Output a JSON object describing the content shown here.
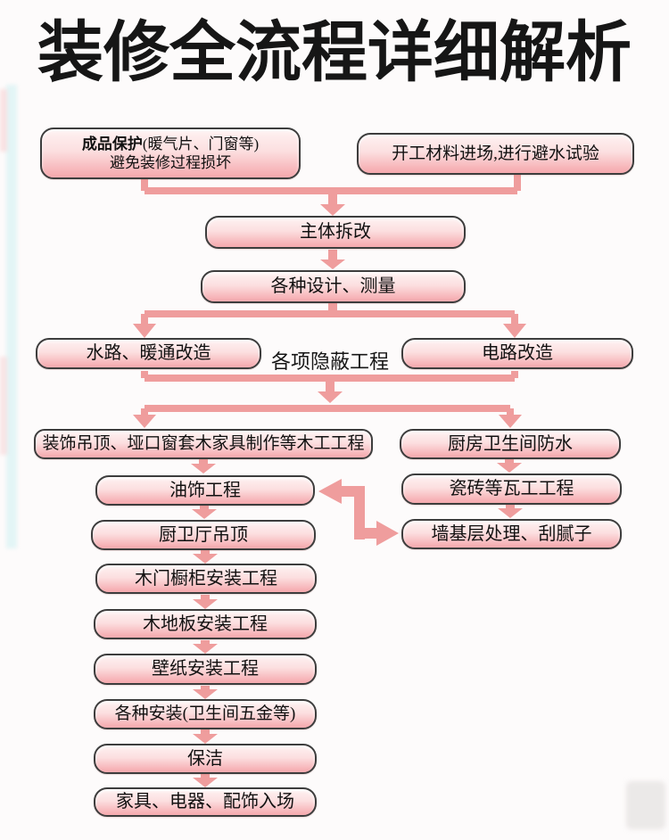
{
  "title": "装修全流程详细解析",
  "colors": {
    "arrow": "#ef9d9d",
    "box_gradient_top": "#fef2f2",
    "box_gradient_bottom": "#f5a7ac",
    "box_border": "#3d3d3d",
    "title_text": "#161616"
  },
  "nodes": {
    "protect": {
      "bold": "成品保护",
      "rest": "(暖气片、门窗等)",
      "line2": "避免装修过程损坏"
    },
    "materials": {
      "label": "开工材料进场,进行避水试验"
    },
    "demolition": {
      "label": "主体拆改"
    },
    "design": {
      "label": "各种设计、测量"
    },
    "plumbing": {
      "label": "水路、暖通改造"
    },
    "electrical": {
      "label": "电路改造"
    },
    "hidden_note": {
      "label": "各项隐蔽工程"
    },
    "carpentry": {
      "label": "装饰吊顶、垭口窗套木家具制作等木工工程"
    },
    "waterproof": {
      "label": "厨房卫生间防水"
    },
    "painting": {
      "label": "油饰工程"
    },
    "tiling": {
      "label": "瓷砖等瓦工工程"
    },
    "wall_base": {
      "label": "墙基层处理、刮腻子"
    },
    "ceiling": {
      "label": "厨卫厅吊顶"
    },
    "doors_cabinets": {
      "label": "木门橱柜安装工程"
    },
    "flooring": {
      "label": "木地板安装工程"
    },
    "wallpaper": {
      "label": "壁纸安装工程"
    },
    "installations": {
      "label": "各种安装(卫生间五金等)"
    },
    "cleaning": {
      "label": "保洁"
    },
    "furniture": {
      "label": "家具、电器、配饰入场"
    }
  },
  "edges": [
    "protect+materials -> demolition",
    "demolition -> design",
    "design -> plumbing",
    "design -> electrical",
    "plumbing+electrical -> carpentry",
    "plumbing+electrical -> waterproof",
    "carpentry -> painting",
    "painting -> ceiling",
    "ceiling -> doors_cabinets",
    "doors_cabinets -> flooring",
    "flooring -> wallpaper",
    "wallpaper -> installations",
    "installations -> cleaning",
    "cleaning -> furniture",
    "waterproof -> tiling",
    "tiling -> wall_base",
    "wall_base <-> painting"
  ]
}
